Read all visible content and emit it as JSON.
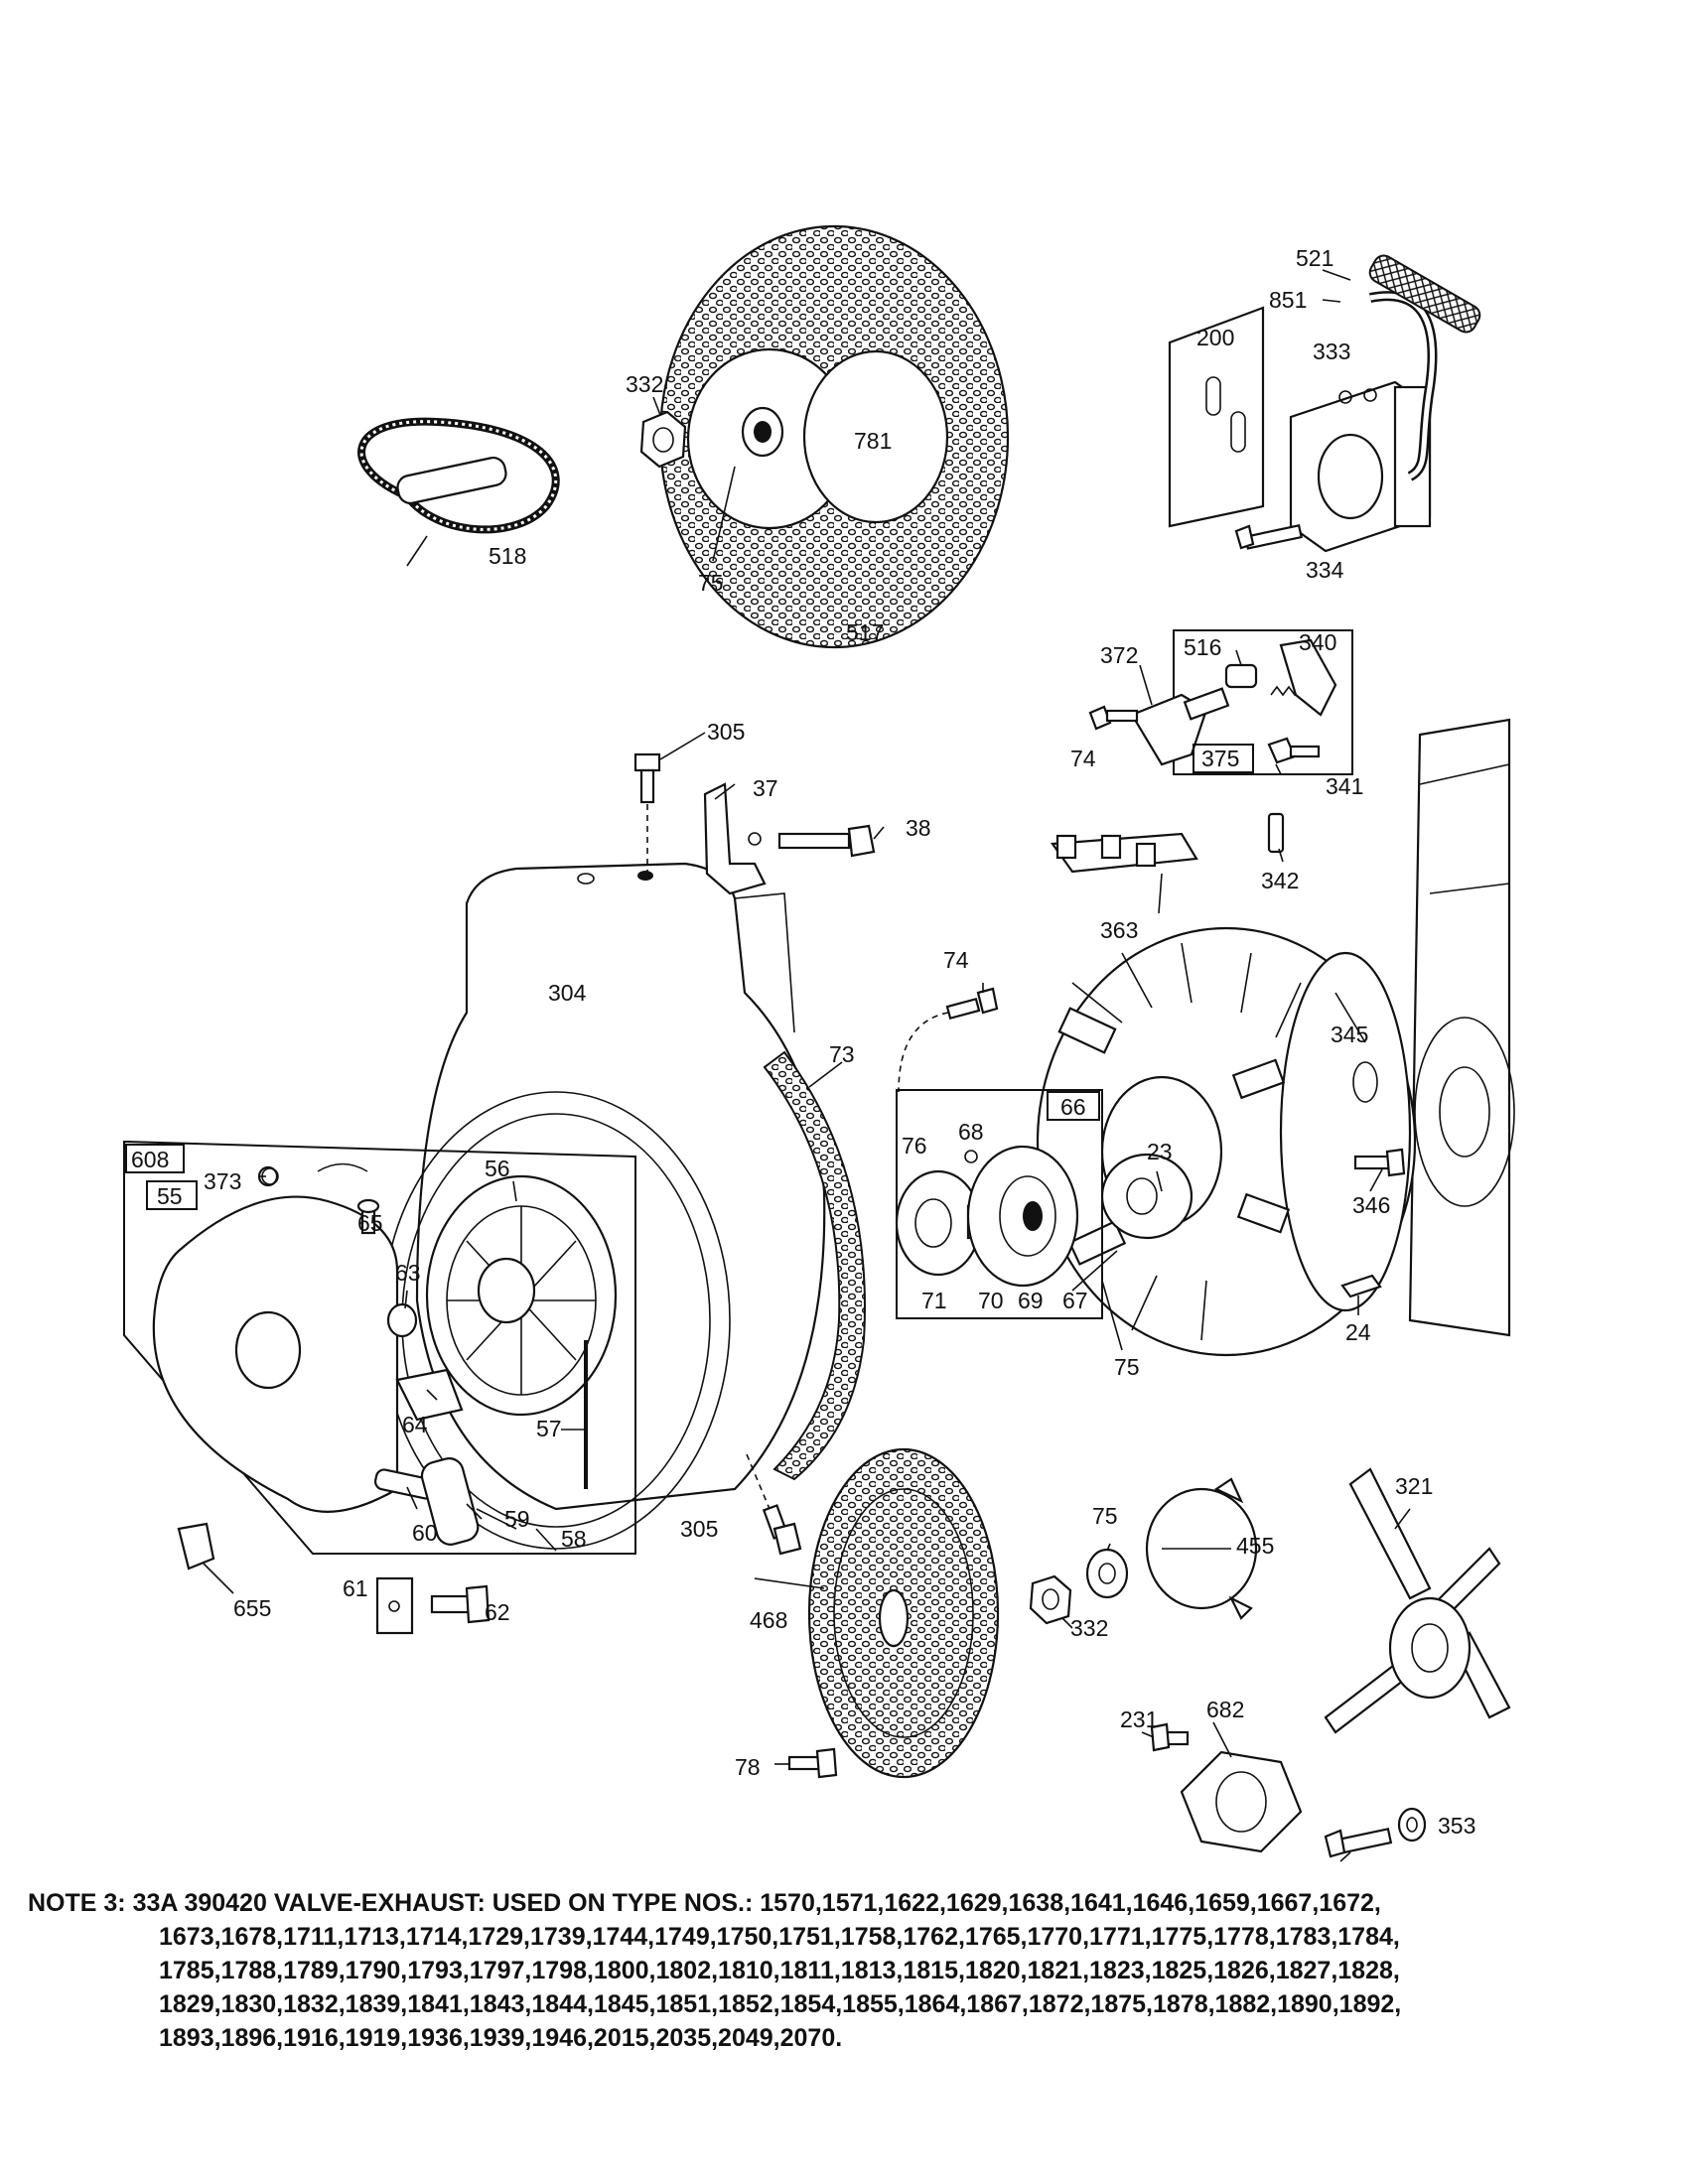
{
  "note": {
    "prefix": "NOTE 3: 33A 390420 VALVE-EXHAUST: USED ON TYPE NOS.: ",
    "lines": [
      "1570,1571,1622,1629,1638,1641,1646,1659,1667,1672,",
      "1673,1678,1711,1713,1714,1729,1739,1744,1749,1750,1751,1758,1762,1765,1770,1771,1775,1778,1783,1784,",
      "1785,1788,1789,1790,1793,1797,1798,1800,1802,1810,1811,1813,1815,1820,1821,1823,1825,1826,1827,1828,",
      "1829,1830,1832,1839,1841,1843,1844,1845,1851,1852,1854,1855,1864,1867,1872,1875,1878,1882,1890,1892,",
      "1893,1896,1916,1919,1936,1939,1946,2015,2035,2049,2070."
    ]
  },
  "labels": {
    "p521": "521",
    "p851": "851",
    "p200": "200",
    "p333": "333",
    "p334a": "334",
    "p332a": "332",
    "p781": "781",
    "p75a": "75",
    "p517": "517",
    "p518": "518",
    "p372": "372",
    "p516": "516",
    "p340": "340",
    "p375": "375",
    "p74a": "74",
    "p341": "341",
    "p342": "342",
    "p363": "363",
    "p305a": "305",
    "p37": "37",
    "p38": "38",
    "p304": "304",
    "p74b": "74",
    "p73": "73",
    "p345": "345",
    "p66": "66",
    "p68": "68",
    "p76": "76",
    "p23": "23",
    "p71": "71",
    "p70": "70",
    "p69": "69",
    "p67": "67",
    "p75b": "75",
    "p346": "346",
    "p24": "24",
    "p608": "608",
    "p55": "55",
    "p373": "373",
    "p65": "65",
    "p56": "56",
    "p63": "63",
    "p64": "64",
    "p57": "57",
    "p60": "60",
    "p59": "59",
    "p58": "58",
    "p655": "655",
    "p61": "61",
    "p62": "62",
    "p305b": "305",
    "p75c": "75",
    "p455": "455",
    "p321": "321",
    "p468": "468",
    "p332b": "332",
    "p78": "78",
    "p231": "231",
    "p682": "682",
    "p353": "353",
    "p334b": "334"
  }
}
